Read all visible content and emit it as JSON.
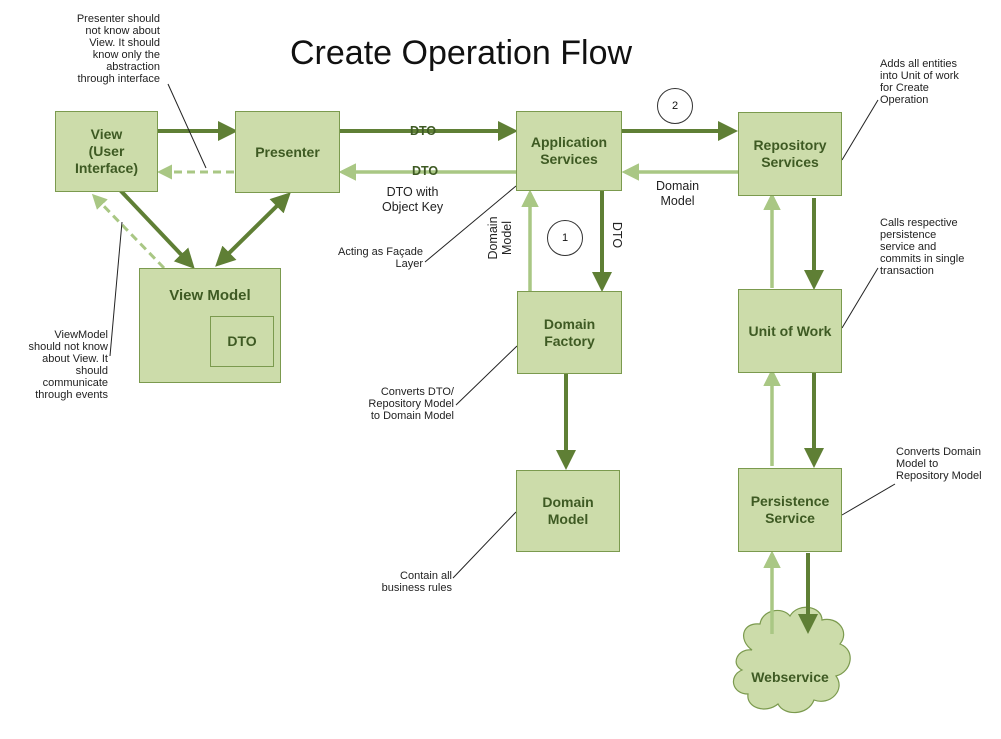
{
  "title": "Create Operation Flow",
  "nodes": {
    "view_ui": "View\n(User\nInterface)",
    "presenter": "Presenter",
    "view_model": "View Model",
    "dto_inner": "DTO",
    "application_services": "Application\nServices",
    "repository_services": "Repository\nServices",
    "domain_factory": "Domain\nFactory",
    "domain_model": "Domain\nModel",
    "unit_of_work": "Unit of Work",
    "persistence_service": "Persistence\nService",
    "webservice": "Webservice"
  },
  "edge_labels": {
    "dto_forward": "DTO",
    "dto_back": "DTO",
    "dto_with_key": "DTO with\nObject Key",
    "domain_model_back": "Domain\nModel",
    "domain_model_vertical": "Domain\nModel",
    "dto_vertical": "DTO"
  },
  "steps": {
    "step1": "1",
    "step2": "2"
  },
  "notes": {
    "presenter_note": "Presenter should\nnot know about\nView. It should\nknow only the\nabstraction\nthrough interface",
    "viewmodel_note": "ViewModel\nshould not know\nabout View. It\nshould\ncommunicate\nthrough events",
    "facade_note": "Acting as Façade\nLayer",
    "converts_dto_note": "Converts DTO/\nRepository Model\nto Domain Model",
    "business_rules_note": "Contain all\nbusiness rules",
    "unit_of_work_note": "Adds all entities\ninto Unit of work\nfor Create\nOperation",
    "commits_note": "Calls respective\npersistence\nservice and\ncommits in single\ntransaction",
    "converts_domain_note": "Converts Domain\nModel to\nRepository Model"
  },
  "colors": {
    "box_fill": "#ccdcaa",
    "box_border": "#7b9a4e",
    "arrow_dark": "#5f7f35",
    "arrow_light": "#a9c784",
    "text_node": "#3e5a23"
  }
}
